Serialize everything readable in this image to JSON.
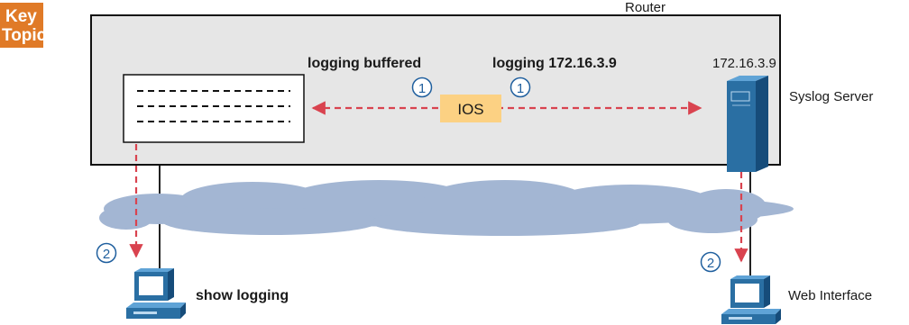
{
  "key_topic": {
    "line1": "Key",
    "line2": "Topic",
    "color": "#e07a27"
  },
  "router": {
    "label": "Router"
  },
  "ios": {
    "label": "IOS",
    "color": "#fcd183"
  },
  "commands": {
    "logging_buffered": "logging buffered",
    "logging_host": "logging 172.16.3.9",
    "show_logging": "show logging"
  },
  "server": {
    "ip": "172.16.3.9",
    "label": "Syslog Server"
  },
  "web": {
    "label": "Web Interface"
  },
  "steps": {
    "one_a": "1",
    "one_b": "1",
    "two_a": "2",
    "two_b": "2"
  },
  "colors": {
    "arrow": "#d9434f",
    "router_fill": "#e6e6e6",
    "cloud": "#a3b6d3",
    "device_blue": "#2a6fa3"
  },
  "icons": [
    "key-topic-badge",
    "syslog-server-icon",
    "pc-icon",
    "cloud-icon"
  ]
}
